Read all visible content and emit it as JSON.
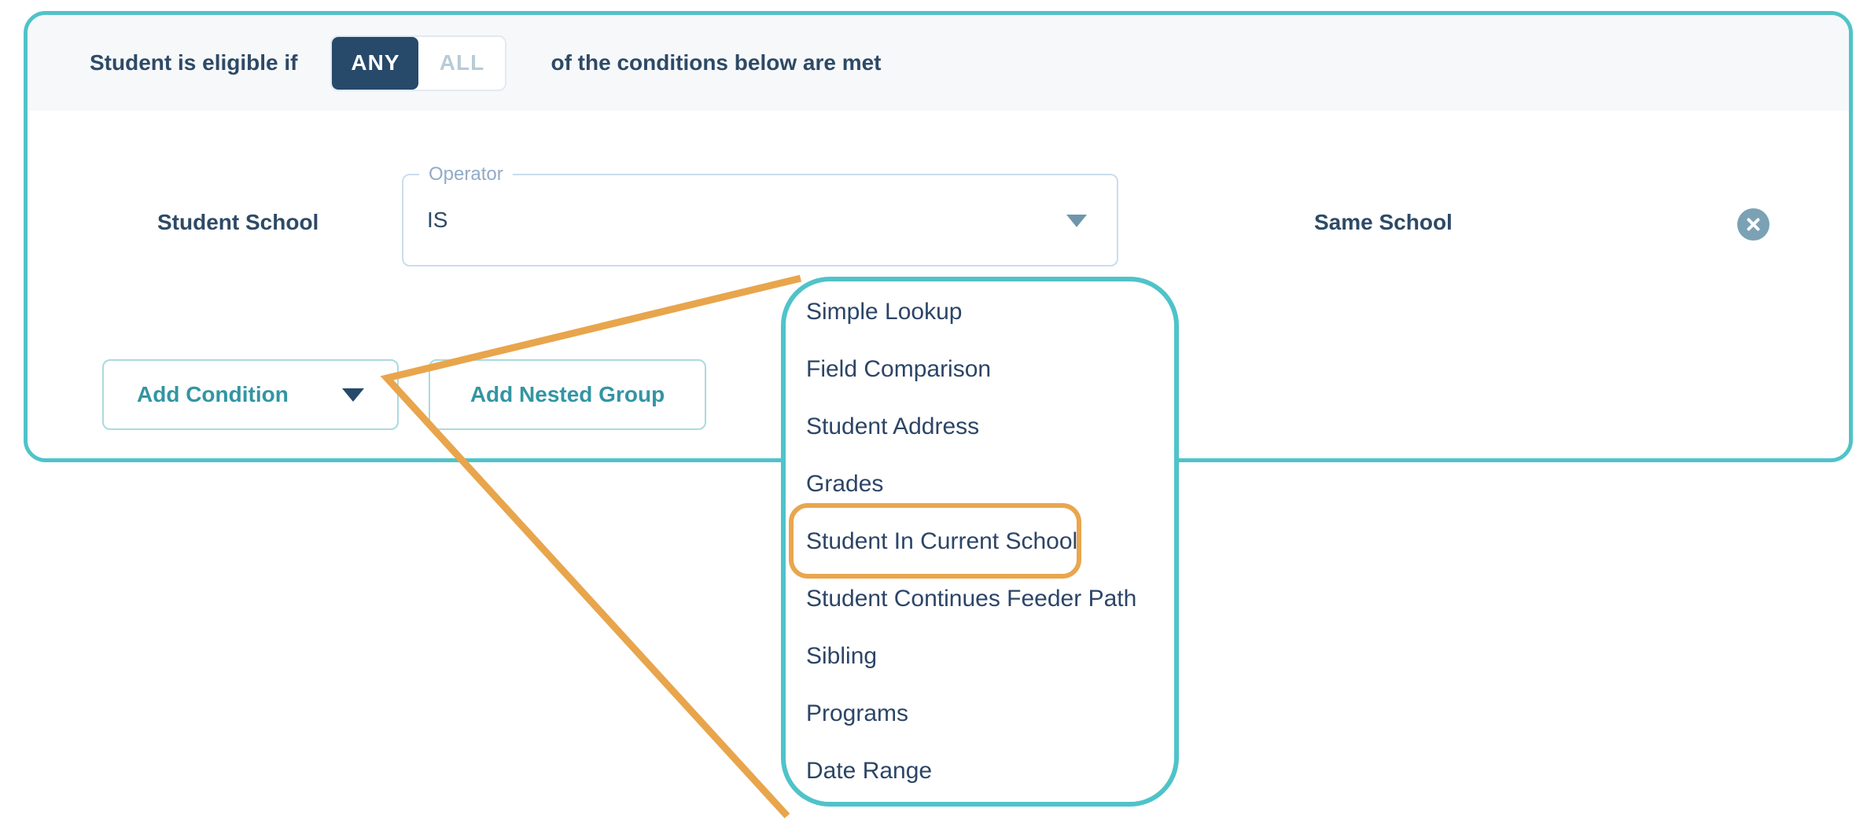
{
  "eligibility_header": {
    "prefix": "Student is eligible if",
    "any_label": "ANY",
    "all_label": "ALL",
    "selected": "ANY",
    "suffix": "of the conditions below are met"
  },
  "condition_row": {
    "field": "Student School",
    "operator_label": "Operator",
    "operator_value": "IS",
    "value": "Same School"
  },
  "buttons": {
    "add_condition": "Add Condition",
    "add_nested_group": "Add Nested Group"
  },
  "condition_type_menu": {
    "items": [
      "Simple Lookup",
      "Field Comparison",
      "Student Address",
      "Grades",
      "Student In Current School",
      "Student Continues Feeder Path",
      "Sibling",
      "Programs",
      "Date Range"
    ],
    "highlighted": "Student In Current School"
  },
  "colors": {
    "container_border_teal": "#4fc3c9",
    "annotation_orange": "#e8a54c",
    "navy_text": "#2d4a66",
    "selected_toggle_bg": "#27496a",
    "unselected_toggle_text": "#b8cbd7",
    "button_teal_text": "#3295a3",
    "button_border": "#abdade",
    "remove_icon_bg": "#7ba1b5",
    "header_strip_bg": "#f7f8fa",
    "operator_border": "#cbdded",
    "operator_label_text": "#92abc6"
  }
}
